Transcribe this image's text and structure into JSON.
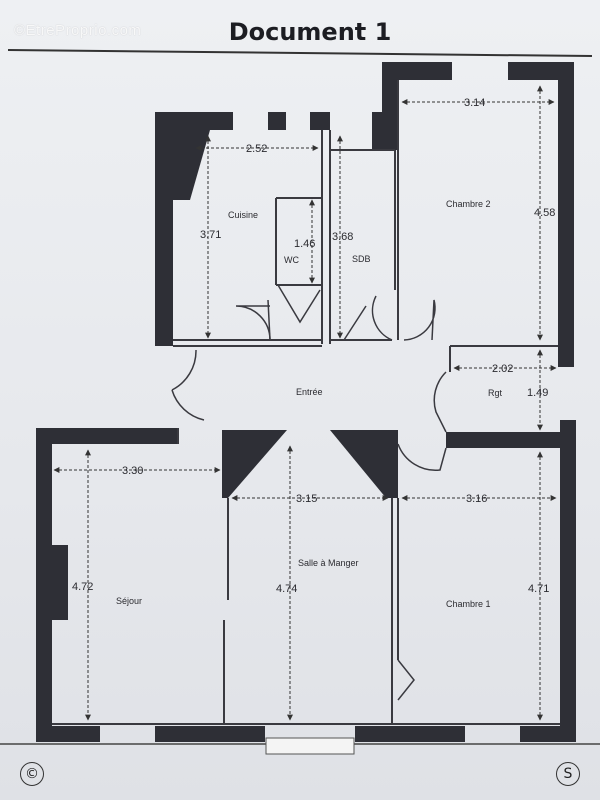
{
  "header": {
    "title": "Document 1",
    "watermark": "©EtreProprio.com"
  },
  "rooms": {
    "cuisine": "Cuisine",
    "wc": "WC",
    "sdb": "SDB",
    "chambre2": "Chambre 2",
    "entree": "Entrée",
    "rgt": "Rgt",
    "sejour": "Séjour",
    "salle_a_manger": "Salle à Manger",
    "chambre1": "Chambre 1"
  },
  "dimensions": {
    "cuisine_width": "2.52",
    "cuisine_height": "3.71",
    "wc_height": "1.46",
    "sdb_height": "3.68",
    "chambre2_width": "3.14",
    "chambre2_height": "4.58",
    "rgt_width": "2.02",
    "rgt_height": "1.49",
    "sejour_width": "3.30",
    "sejour_height": "4.72",
    "salle_width": "3.15",
    "salle_height": "4.74",
    "chambre1_width": "3.16",
    "chambre1_height": "4.71"
  },
  "corner_icons": {
    "left": "©",
    "right": "S"
  },
  "colors": {
    "wall": "#2e2f36",
    "line": "#3a3a40"
  }
}
